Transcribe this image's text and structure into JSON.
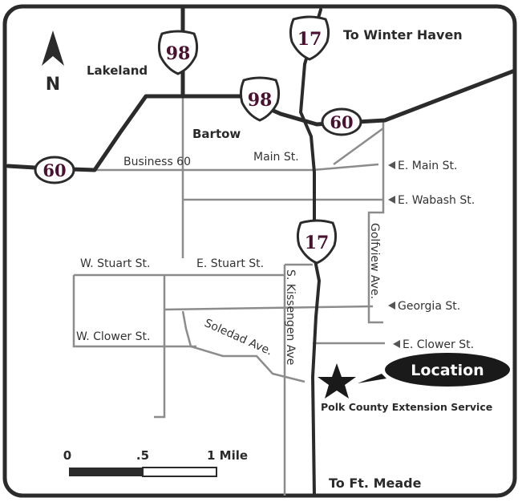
{
  "map": {
    "places": {
      "winter_haven": "To Winter Haven",
      "lakeland": "Lakeland",
      "bartow": "Bartow",
      "ft_meade": "To Ft. Meade",
      "extension": "Polk County Extension Service"
    },
    "north": "N",
    "routes": {
      "r98_top": "98",
      "r98_mid": "98",
      "r17_top": "17",
      "r17_mid": "17",
      "r60_left": "60",
      "r60_right": "60"
    },
    "streets": {
      "business_60": "Business 60",
      "main_st": "Main St.",
      "e_main_st": "E. Main St.",
      "e_wabash_st": "E. Wabash St.",
      "golfview_ave": "Golfview Ave.",
      "w_stuart_st": "W. Stuart St.",
      "e_stuart_st": "E. Stuart St.",
      "s_kissengen_ave": "S. Kissengen Ave",
      "georgia_st": "Georgia St.",
      "w_clower_st": "W. Clower St.",
      "soledad_ave": "Soledad Ave.",
      "e_clower_st": "E. Clower St."
    },
    "location_label": "Location",
    "scale": {
      "t0": "0",
      "t1": ".5",
      "t2": "1 Mile"
    },
    "colors": {
      "highway": "#2b2b2b",
      "street": "#8c8c8c",
      "shield_text": "#4a1030",
      "callout": "#1a1a1a"
    }
  }
}
